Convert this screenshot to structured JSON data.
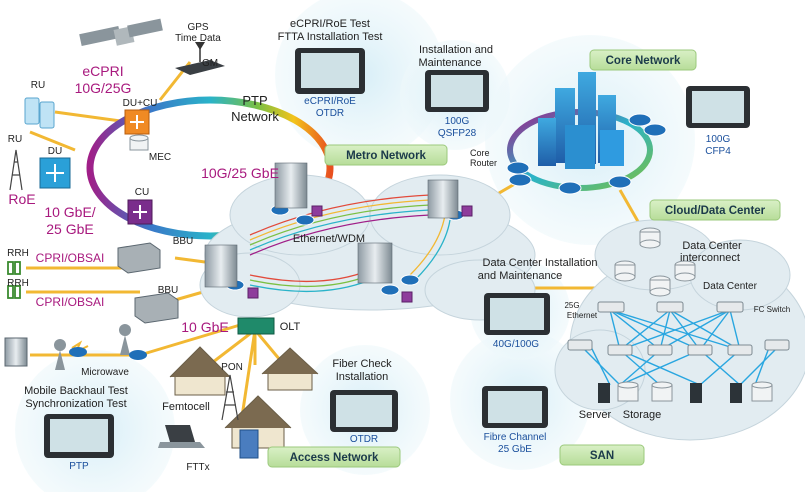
{
  "ecpri_roe_test": {
    "line1": "eCPRI/RoE Test",
    "line2": "FTTA Installation Test",
    "device_label_1": "eCPRI/RoE",
    "device_label_2": "OTDR"
  },
  "gps": {
    "line1": "GPS",
    "line2": "Time Data",
    "gm": "GM"
  },
  "installation_maintenance": {
    "line1": "Installation and",
    "line2": "Maintenance",
    "device_label_1": "100G",
    "device_label_2": "QSFP28"
  },
  "core_network": {
    "banner": "Core Network",
    "core_router_1": "Core",
    "core_router_2": "Router",
    "device_label_1": "100G",
    "device_label_2": "CFP4"
  },
  "ecpri": {
    "line1": "eCPRI",
    "line2": "10G/25G"
  },
  "ru_top": "RU",
  "ru_left": "RU",
  "du_cu": "DU+CU",
  "du": "DU",
  "mec": "MEC",
  "cu": "CU",
  "roe": "RoE",
  "speed_10_25_gbe_left": {
    "line1": "10 GbE/",
    "line2": "25 GbE"
  },
  "ptp_network": {
    "line1": "PTP",
    "line2": "Network"
  },
  "ring_speed": "10G/25 GbE",
  "metro_network": {
    "banner": "Metro Network"
  },
  "cloud_dc": {
    "banner": "Cloud/Data Center"
  },
  "ethernet_wdm": "Ethernet/WDM",
  "dc_interconnect": {
    "line1": "Data Center",
    "line2": "interconnect"
  },
  "dc_install": {
    "line1": "Data Center Installation",
    "line2": "and Maintenance"
  },
  "data_center": "Data Center",
  "fc_switch": "FC Switch",
  "ethernet_25g": {
    "line1": "25G",
    "line2": "Ethernet"
  },
  "rrh_1": "RRH",
  "rrh_2": "RRH",
  "cpri_1": "CPRI/OBSAI",
  "cpri_2": "CPRI/OBSAI",
  "bbu_1": "BBU",
  "bbu_2": "BBU",
  "gbe_10": "10 GbE",
  "olt": "OLT",
  "microwave": "Microwave",
  "pon": "PON",
  "femtocell": "Femtocell",
  "fttx": "FTTx",
  "mobile_backhaul": {
    "line1": "Mobile Backhaul Test",
    "line2": "Synchronization Test",
    "device_label": "PTP"
  },
  "fiber_check": {
    "line1": "Fiber Check",
    "line2": "Installation",
    "device_label": "OTDR"
  },
  "access_network": {
    "banner": "Access Network"
  },
  "dc_device": {
    "label": "40G/100G"
  },
  "fibre_channel": {
    "line1": "Fibre Channel",
    "line2": "25 GbE"
  },
  "san": {
    "banner": "SAN"
  },
  "server": "Server",
  "storage": "Storage",
  "colors": {
    "pink": "#a8197e",
    "blue_label": "#1a4f9c",
    "banner_green": "#c7e7b0",
    "fiber_yellow": "#f2b833",
    "halo": "#e4f3f8"
  }
}
